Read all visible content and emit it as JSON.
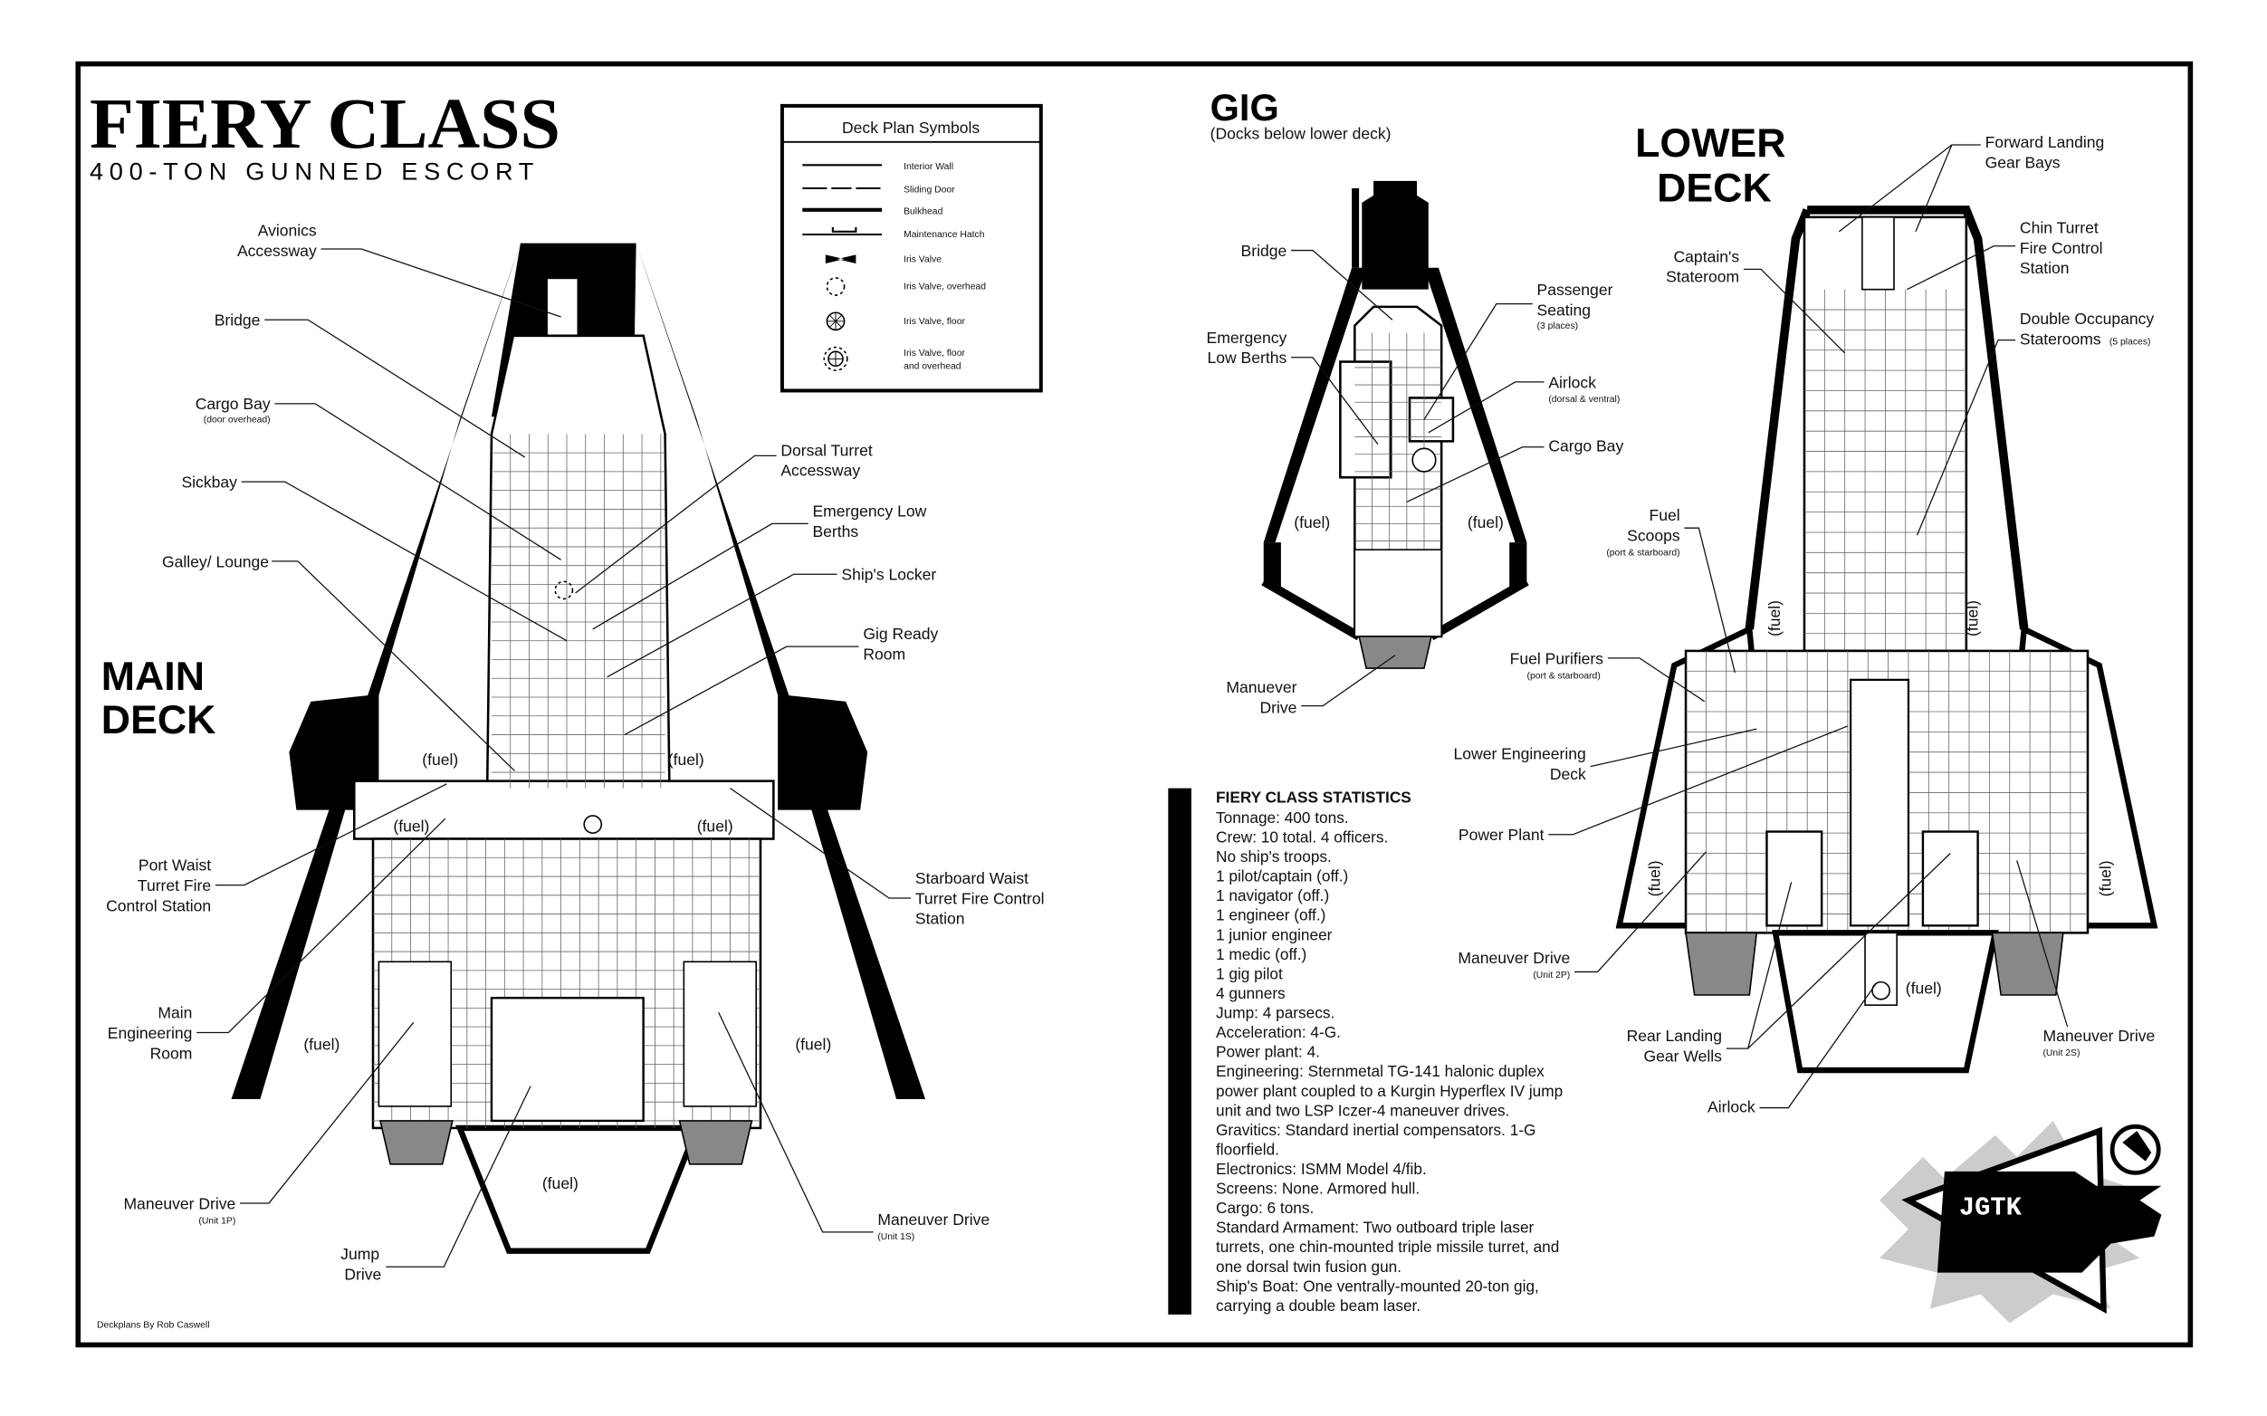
{
  "title": {
    "main": "FIERY CLASS",
    "subtitle": "400-TON GUNNED ESCORT"
  },
  "credit": "Deckplans By Rob Caswell",
  "legend": {
    "heading": "Deck Plan Symbols",
    "items": [
      "Interior Wall",
      "Sliding Door",
      "Bulkhead",
      "Maintenance Hatch",
      "Iris Valve",
      "Iris Valve, overhead",
      "Iris Valve, floor",
      "Iris Valve, floor",
      "and overhead"
    ]
  },
  "main_deck": {
    "heading": [
      "MAIN",
      "DECK"
    ],
    "fuel_label": "(fuel)",
    "labels": {
      "avionics": [
        "Avionics",
        "Accessway"
      ],
      "bridge": [
        "Bridge"
      ],
      "cargo": [
        "Cargo Bay",
        "(door overhead)"
      ],
      "sickbay": [
        "Sickbay"
      ],
      "galley": [
        "Galley/ Lounge"
      ],
      "dorsal": [
        "Dorsal Turret",
        "Accessway"
      ],
      "lowberths": [
        "Emergency Low",
        "Berths"
      ],
      "locker": [
        "Ship's Locker"
      ],
      "gigready": [
        "Gig Ready",
        "Room"
      ],
      "portwaist": [
        "Port Waist",
        "Turret Fire",
        "Control Station"
      ],
      "stbdwaist": [
        "Starboard Waist",
        "Turret Fire Control",
        "Station"
      ],
      "engineering": [
        "Main",
        "Engineering",
        "Room"
      ],
      "mdrive1p": [
        "Maneuver Drive",
        "(Unit 1P)"
      ],
      "mdrive1s": [
        "Maneuver Drive",
        "(Unit 1S)"
      ],
      "jump": [
        "Jump",
        "Drive"
      ]
    }
  },
  "gig": {
    "heading": "GIG",
    "subheading": "(Docks below lower deck)",
    "fuel_label": "(fuel)",
    "labels": {
      "bridge": [
        "Bridge"
      ],
      "lowberths": [
        "Emergency",
        "Low Berths"
      ],
      "seating": [
        "Passenger",
        "Seating",
        "(3 places)"
      ],
      "airlock": [
        "Airlock",
        "(dorsal & ventral)"
      ],
      "cargo": [
        "Cargo Bay"
      ],
      "drive": [
        "Manuever",
        "Drive"
      ]
    }
  },
  "lower_deck": {
    "heading": [
      "LOWER",
      "DECK"
    ],
    "fuel_label": "(fuel)",
    "labels": {
      "gearbays": [
        "Forward Landing",
        "Gear Bays"
      ],
      "captain": [
        "Captain's",
        "Stateroom"
      ],
      "chin": [
        "Chin Turret",
        "Fire Control",
        "Station"
      ],
      "double": [
        "Double Occupancy",
        "Staterooms",
        "(5 places)"
      ],
      "scoops": [
        "Fuel",
        "Scoops",
        "(port & starboard)"
      ],
      "purifiers": [
        "Fuel Purifiers",
        "(port & starboard)"
      ],
      "loweng": [
        "Lower Engineering",
        "Deck"
      ],
      "power": [
        "Power Plant"
      ],
      "mdrive2p": [
        "Maneuver Drive",
        "(Unit 2P)"
      ],
      "rearwells": [
        "Rear Landing",
        "Gear Wells"
      ],
      "airlock": [
        "Airlock"
      ],
      "mdrive2s": [
        "Maneuver Drive",
        "(Unit 2S)"
      ]
    }
  },
  "stats": {
    "heading": "FIERY CLASS STATISTICS",
    "lines": [
      "Tonnage: 400 tons.",
      "Crew: 10 total. 4 officers.",
      "No ship's troops.",
      " 1 pilot/captain (off.)",
      " 1 navigator (off.)",
      " 1 engineer (off.)",
      " 1 junior engineer",
      " 1 medic (off.)",
      " 1 gig pilot",
      " 4 gunners",
      "Jump: 4 parsecs.",
      "Acceleration: 4-G.",
      "Power plant: 4.",
      "Engineering: Sternmetal TG-141 halonic duplex",
      "power plant coupled to a Kurgin Hyperflex IV jump",
      "unit and two LSP Iczer-4 maneuver drives.",
      "Gravitics: Standard inertial compensators. 1-G",
      "floorfield.",
      "Electronics: ISMM Model 4/fib.",
      "Screens: None. Armored hull.",
      "Cargo: 6 tons.",
      "Standard Armament: Two outboard triple laser",
      "turrets, one chin-mounted triple missile turret, and",
      "one dorsal twin fusion gun.",
      "Ship's Boat: One ventrally-mounted 20-ton gig,",
      "carrying a double beam laser."
    ]
  },
  "logo": {
    "text": "JGTK"
  }
}
